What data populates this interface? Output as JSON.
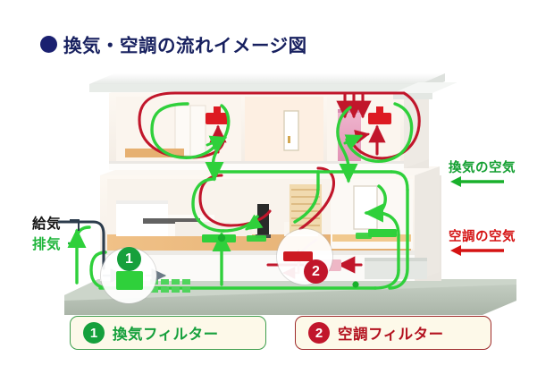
{
  "title": {
    "bullet": "navy-circle-bullet",
    "text": "換気・空調の流れイメージ図"
  },
  "colors": {
    "title": "#17205f",
    "bullet": "#1a2070",
    "ventilation_green": "#16a03c",
    "ventilation_green_bright": "#2fd03b",
    "aircon_red": "#c1162b",
    "aircon_red_bright": "#d51313",
    "supply_air_navy": "#243447",
    "foundation_gray": "#b8c2b6",
    "house_wall": "#f7f2ec",
    "legend_box_bg": "#fdf9e9",
    "legend1_border": "#3f9e4d",
    "legend2_border": "#9e2b2b",
    "ac_unit_pink": "#e8a8c4"
  },
  "side_labels": {
    "ventilation_air": {
      "text": "換気の空気",
      "arrow": "left-arrow",
      "color": "#14a032"
    },
    "aircon_air": {
      "text": "空調の空気",
      "arrow": "left-arrow",
      "color": "#d51313"
    }
  },
  "left_labels": {
    "supply_air": {
      "text": "給気",
      "color": "#141414"
    },
    "exhaust_air": {
      "text": "排気",
      "color": "#1fb53b"
    }
  },
  "markers": [
    {
      "id": "1",
      "name": "ventilation-filter-marker",
      "badge_color": "#16a03c",
      "filter_color": "#2fd03b"
    },
    {
      "id": "2",
      "name": "aircon-filter-marker",
      "badge_color": "#c1162b",
      "filter_color": "#cc1a22"
    }
  ],
  "legend": [
    {
      "number": "1",
      "label": "換気フィルター",
      "badge_color": "#16a03c",
      "text_color": "#16a03c",
      "border_color": "#3f9e4d"
    },
    {
      "number": "2",
      "label": "空調フィルター",
      "badge_color": "#c1162b",
      "text_color": "#b3121f",
      "border_color": "#9e2b2b"
    }
  ],
  "diagram": {
    "type": "cutaway-house-airflow-illustration",
    "floors": [
      "2nd-floor",
      "1st-floor",
      "foundation-crawlspace"
    ],
    "elements": [
      "flat-roof",
      "second-floor-left-bedroom",
      "second-floor-right-room",
      "air-conditioner-unit",
      "red-ceiling-vent-left",
      "red-ceiling-vent-right",
      "first-floor-kitchen",
      "first-floor-living-room",
      "staircase",
      "crawl-space-duct-run",
      "ventilation-filter-box",
      "aircon-filter-box"
    ],
    "airflow_paths": {
      "ventilation": "green",
      "aircon": "red",
      "supply_intake": "navy"
    }
  }
}
